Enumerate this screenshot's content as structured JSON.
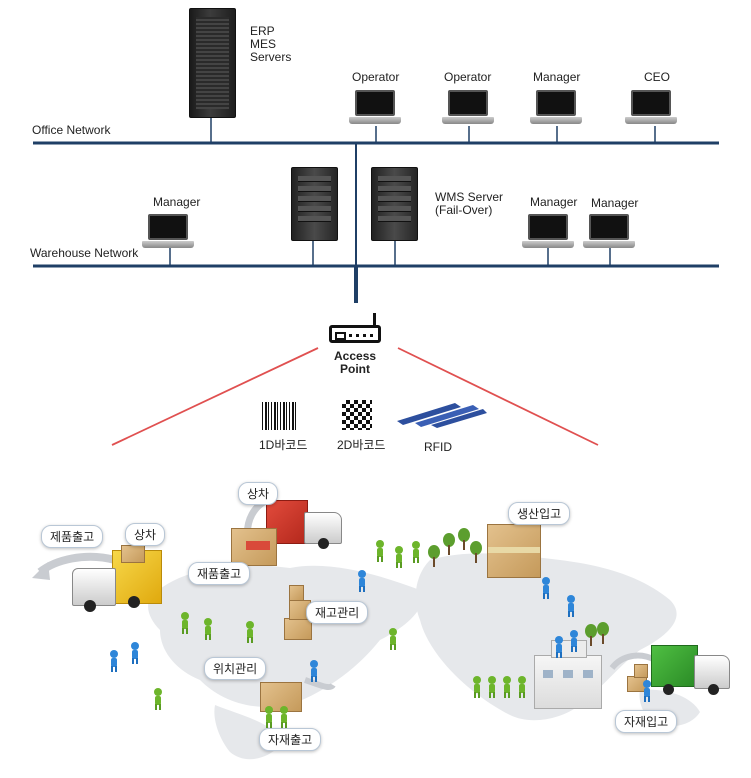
{
  "servers": {
    "erp_label": "ERP\nMES\nServers",
    "wms_label": "WMS Server\n(Fail-Over)"
  },
  "networks": {
    "office": "Office Network",
    "warehouse": "Warehouse Network"
  },
  "office_clients": [
    "Operator",
    "Operator",
    "Manager",
    "CEO"
  ],
  "warehouse_clients": [
    "Manager",
    "Manager",
    "Manager"
  ],
  "access_point": {
    "label": "Access\nPoint"
  },
  "devices": [
    "1D바코드",
    "2D바코드",
    "RFID"
  ],
  "process_tags": {
    "tag1": "제품출고",
    "tag2": "상차",
    "tag3": "상차",
    "tag4": "재품출고",
    "tag5": "생산입고",
    "tag6": "재고관리",
    "tag7": "위치관리",
    "tag8": "자재출고",
    "tag9": "자재입고"
  },
  "colors": {
    "network_line": "#1f3f66",
    "wifi_line": "#e05050",
    "map": "#e6e8eb",
    "yellow_truck": "#f2c21b",
    "red_truck": "#d93a2b",
    "green_truck": "#3ea83a"
  }
}
